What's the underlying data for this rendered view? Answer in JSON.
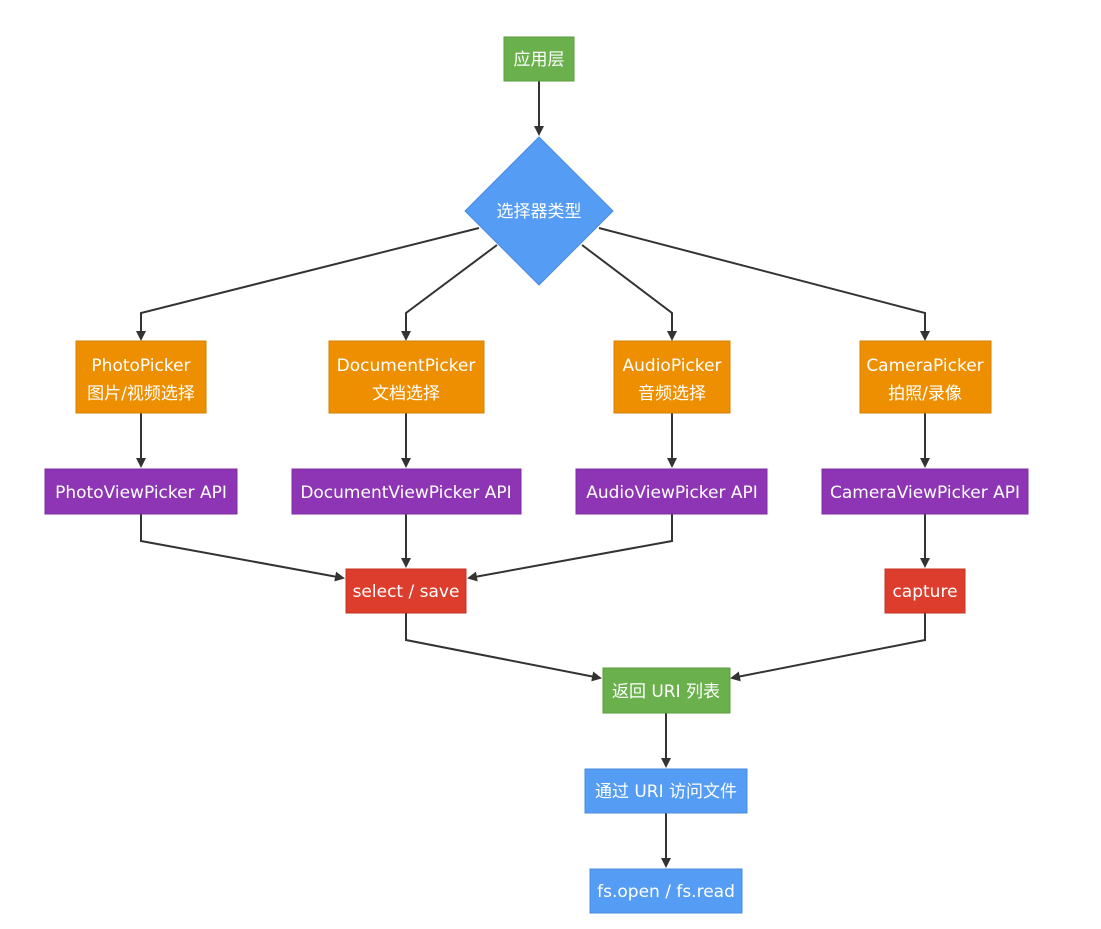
{
  "colors": {
    "green": "#6ab04c",
    "blue": "#559cf5",
    "orange": "#ed8f00",
    "purple": "#8e35b5",
    "red": "#dc3d2c",
    "edge": "#333333",
    "text": "#ffffff"
  },
  "nodes": {
    "app_layer": "应用层",
    "selector_type": "选择器类型",
    "photo_picker": {
      "line1": "PhotoPicker",
      "line2": "图片/视频选择"
    },
    "document_picker": {
      "line1": "DocumentPicker",
      "line2": "文档选择"
    },
    "audio_picker": {
      "line1": "AudioPicker",
      "line2": "音频选择"
    },
    "camera_picker": {
      "line1": "CameraPicker",
      "line2": "拍照/录像"
    },
    "photo_api": "PhotoViewPicker API",
    "document_api": "DocumentViewPicker API",
    "audio_api": "AudioViewPicker API",
    "camera_api": "CameraViewPicker API",
    "select_save": "select / save",
    "capture": "capture",
    "return_uri": "返回 URI 列表",
    "access_file": "通过 URI 访问文件",
    "fs_ops": "fs.open / fs.read"
  }
}
